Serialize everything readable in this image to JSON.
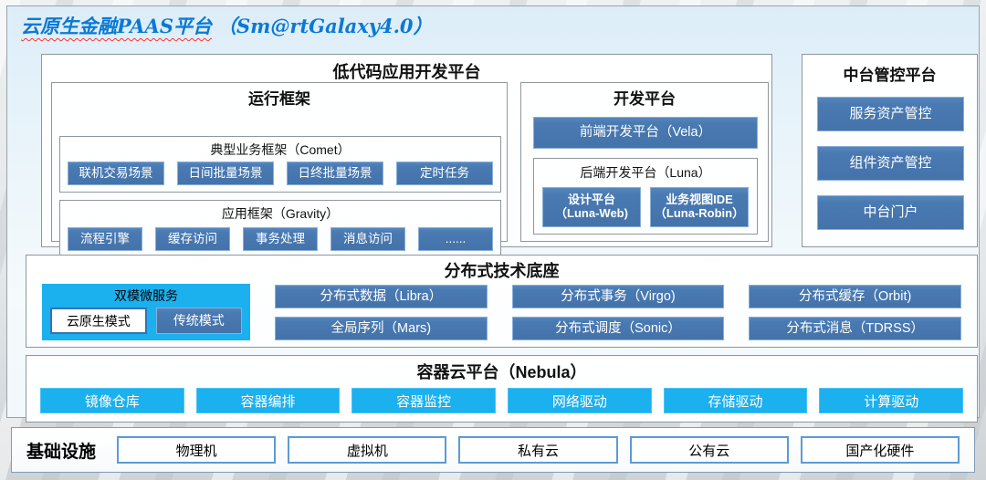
{
  "header": {
    "title_main": "云原生金融PAAS平台",
    "title_version": "（Sm@rtGalaxy4.0）"
  },
  "lowcode": {
    "title": "低代码应用开发平台",
    "runtime": {
      "title": "运行框架",
      "comet": {
        "title": "典型业务框架（Comet）",
        "items": [
          "联机交易场景",
          "日间批量场景",
          "日终批量场景",
          "定时任务"
        ]
      },
      "gravity": {
        "title": "应用框架（Gravity）",
        "items": [
          "流程引擎",
          "缓存访问",
          "事务处理",
          "消息访问",
          "......"
        ]
      }
    },
    "dev": {
      "title": "开发平台",
      "frontend_label": "前端开发平台（Vela）",
      "backend": {
        "title": "后端开发平台（Luna）",
        "items": [
          {
            "line1": "设计平台",
            "line2": "（Luna-Web)"
          },
          {
            "line1": "业务视图IDE",
            "line2": "（Luna-Robin）"
          }
        ]
      }
    }
  },
  "midplatform": {
    "title": "中台管控平台",
    "items": [
      "服务资产管控",
      "组件资产管控",
      "中台门户"
    ]
  },
  "distributed": {
    "title": "分布式技术底座",
    "dual_mode": {
      "title": "双模微服务",
      "cloud_native_label": "云原生模式",
      "traditional_label": "传统模式"
    },
    "columns": [
      [
        "分布式数据（Libra）",
        "全局序列（Mars)"
      ],
      [
        "分布式事务（Virgo)",
        "分布式调度（Sonic）"
      ],
      [
        "分布式缓存（Orbit)",
        "分布式消息（TDRSS）"
      ]
    ]
  },
  "container_cloud": {
    "title": "容器云平台（Nebula）",
    "items": [
      "镜像仓库",
      "容器编排",
      "容器监控",
      "网络驱动",
      "存储驱动",
      "计算驱动"
    ]
  },
  "infrastructure": {
    "title": "基础设施",
    "items": [
      "物理机",
      "虚拟机",
      "私有云",
      "公有云",
      "国产化硬件"
    ]
  },
  "colors": {
    "steel_blue": "#4a7ab2",
    "cyan": "#1bb0ee",
    "title_blue": "#0a79d6",
    "panel_bg": "#e7f3fa"
  }
}
